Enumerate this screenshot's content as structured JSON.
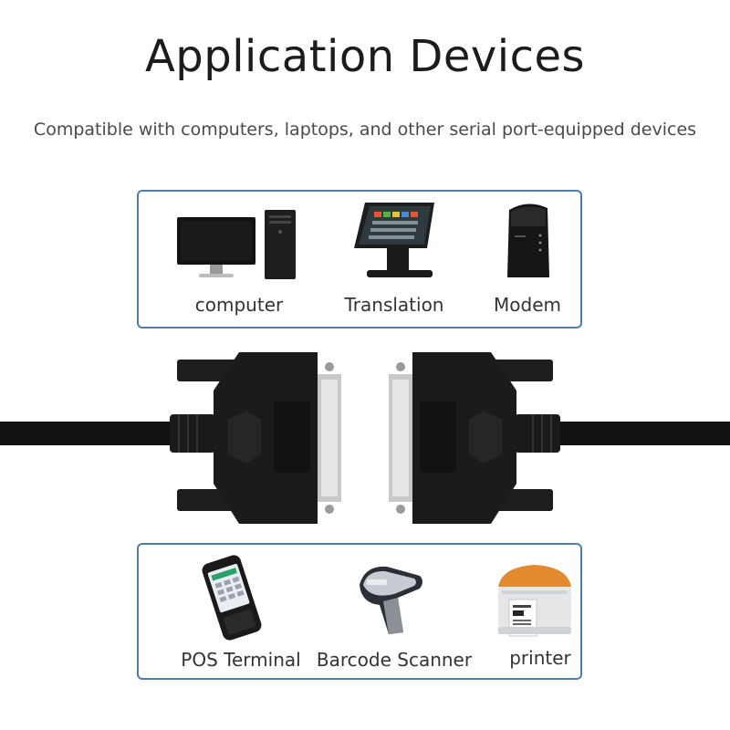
{
  "title": "Application Devices",
  "subtitle": "Compatible with computers, laptops, and other serial port-equipped devices",
  "top_panel": {
    "devices": [
      {
        "label": "computer",
        "icon": "desktop-computer-icon"
      },
      {
        "label": "Translation",
        "icon": "pos-terminal-screen-icon"
      },
      {
        "label": "Modem",
        "icon": "modem-icon"
      }
    ]
  },
  "bottom_panel": {
    "devices": [
      {
        "label": "POS Terminal",
        "icon": "handheld-pos-icon"
      },
      {
        "label": "Barcode Scanner",
        "icon": "barcode-scanner-icon"
      },
      {
        "label": "printer",
        "icon": "label-printer-icon"
      }
    ]
  },
  "colors": {
    "panel_border": "#4e7ea8",
    "cable": "#111111"
  }
}
